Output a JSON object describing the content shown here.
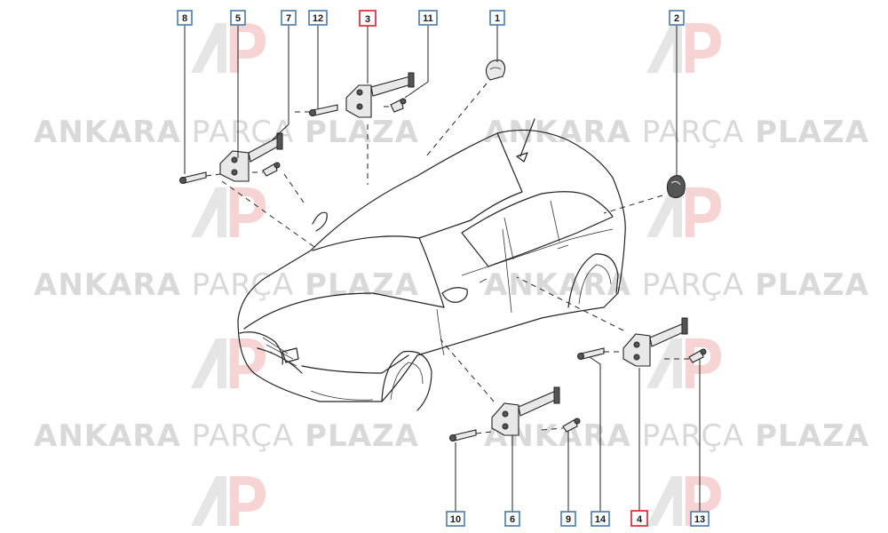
{
  "watermark": {
    "brand_bold_1": "ANKARA",
    "brand_light": "PARÇA",
    "brand_bold_2": "PLAZA"
  },
  "colors": {
    "callout_border_normal": "#4a7aa8",
    "callout_border_highlight": "#d81e2c",
    "watermark_text": "#d9d9d9",
    "watermark_logo_red": "#f5d0d0",
    "watermark_logo_gray": "#e3e3e3"
  },
  "callouts": [
    {
      "label": "8",
      "highlight": false
    },
    {
      "label": "5",
      "highlight": false
    },
    {
      "label": "7",
      "highlight": false
    },
    {
      "label": "12",
      "highlight": false
    },
    {
      "label": "3",
      "highlight": true
    },
    {
      "label": "11",
      "highlight": false
    },
    {
      "label": "1",
      "highlight": false
    },
    {
      "label": "2",
      "highlight": false
    },
    {
      "label": "10",
      "highlight": false
    },
    {
      "label": "6",
      "highlight": false
    },
    {
      "label": "9",
      "highlight": false
    },
    {
      "label": "14",
      "highlight": false
    },
    {
      "label": "4",
      "highlight": true
    },
    {
      "label": "13",
      "highlight": false
    }
  ]
}
